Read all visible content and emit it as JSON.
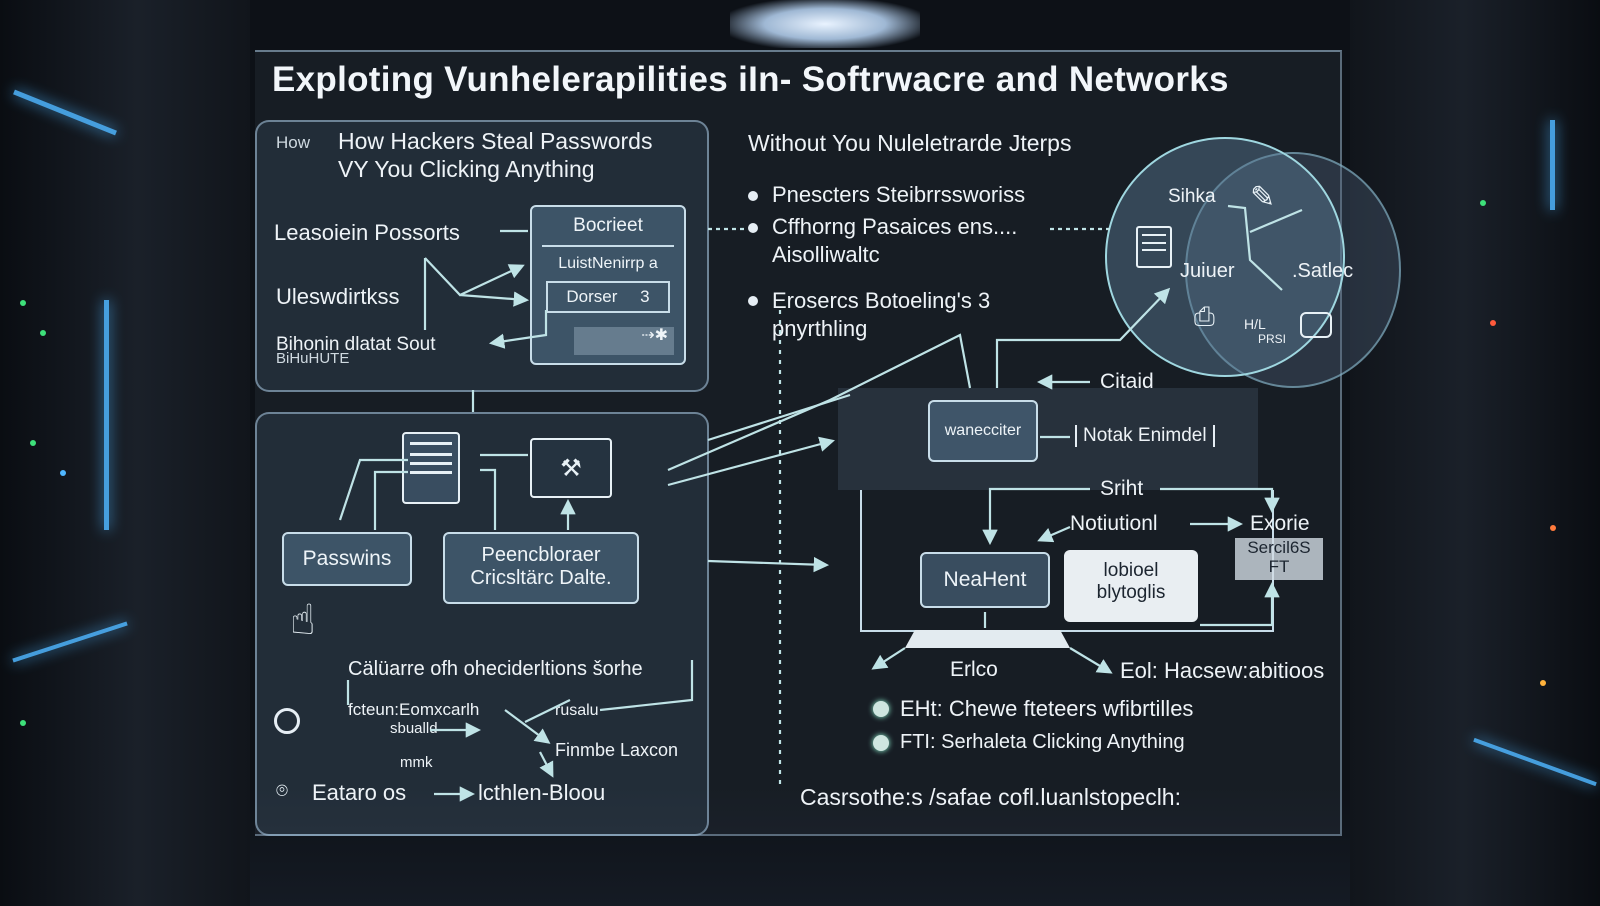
{
  "title": "Exploting Vunhelerapilities iIn- Softrwacre and Networks",
  "left_top_panel": {
    "tag": "How",
    "heading_line1": "How Hackers Steal Passwords",
    "heading_line2": "VY You Clicking Anything",
    "label_1": "Leasoiein Possorts",
    "label_2": "Uleswdirtkss",
    "label_3": "Bihonin dlatat Sout",
    "label_3b": "BiHuHUTE",
    "box_title": "Bocrieet",
    "box_row1": "LuistNenirrp a",
    "box_row2": "Dorser",
    "box_row2_num": "3"
  },
  "left_bottom_panel": {
    "box_passwins": "Passwins",
    "box_peen_line1": "Peencbloraer",
    "box_peen_line2": "Cricsltärc Dalte.",
    "caption": "Cälüarre ofh oheciderltions šorhe",
    "label_a": "fcteun:Eomxcarlh",
    "label_a2": "sbualld",
    "label_b": "rusalu",
    "label_c": "Finmbe Laxcon",
    "label_d": "mmk",
    "label_e_left": "Eataro os",
    "label_e_right": "lcthlen-Bloou"
  },
  "right_section": {
    "heading": "Without You Nuleletrarde Jterps",
    "bullet_1": "Pnescters Steibrrssworiss",
    "bullet_2a": "Cffhorng Pasaices ens....",
    "bullet_2b": "Aisolliwaltc",
    "bullet_3a": "Erosercs Botoeling's 3",
    "bullet_3b": "pnyrthling",
    "citaid": "Citaid",
    "box_wanecciter": "wanecciter",
    "label_notak": "Notak Enimdel",
    "sriht": "Sriht",
    "notiutionl": "Notiutionl",
    "exorie": "Exorie",
    "box_sercil_line1": "Sercil6S",
    "box_sercil_line2": "FT",
    "box_neahent": "NeaHent",
    "box_lobioel_line1": "lobioel",
    "box_lobioel_line2": "blytoglis",
    "erlco": "Erlco",
    "eol": "Eol: Hacsew:abitioos",
    "list_1": "EHt: Chewe fteteers wfibrtilles",
    "list_2": "FTI: Serhaleta Clicking Anything",
    "footer": "Casrsothe:s /safae cofl.luanlstopeclh:"
  },
  "circle": {
    "sihka": "Sihka",
    "juiuer": "Juiuer",
    "satlec": ".Satlec",
    "hpl": "H/L",
    "prsi": "PRSI"
  },
  "colors": {
    "accent_line": "#bfe3e6",
    "glow": "#4fb6ff",
    "box_fill": "#50708a"
  }
}
